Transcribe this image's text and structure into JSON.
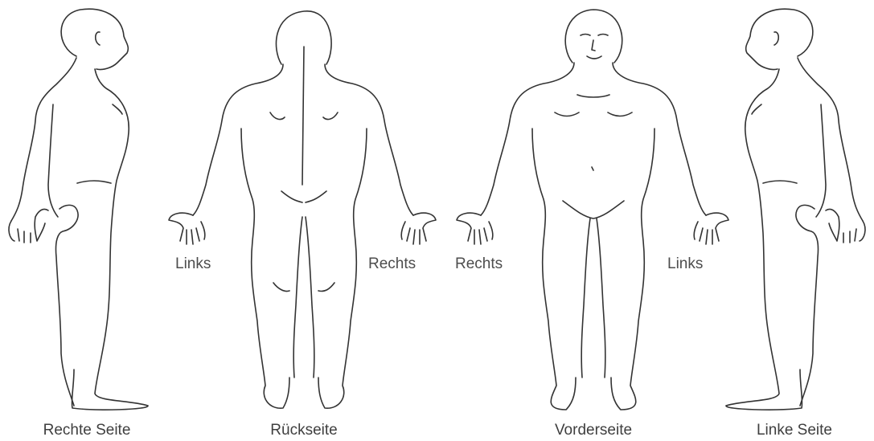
{
  "figures": {
    "right_side": {
      "caption": "Rechte Seite"
    },
    "back": {
      "caption": "Rückseite",
      "left_label": "Links",
      "right_label": "Rechts"
    },
    "front": {
      "caption": "Vorderseite",
      "left_label": "Rechts",
      "right_label": "Links"
    },
    "left_side": {
      "caption": "Linke Seite"
    }
  },
  "colors": {
    "line": "#333333",
    "text": "#4d4d4d",
    "background": "#ffffff"
  }
}
